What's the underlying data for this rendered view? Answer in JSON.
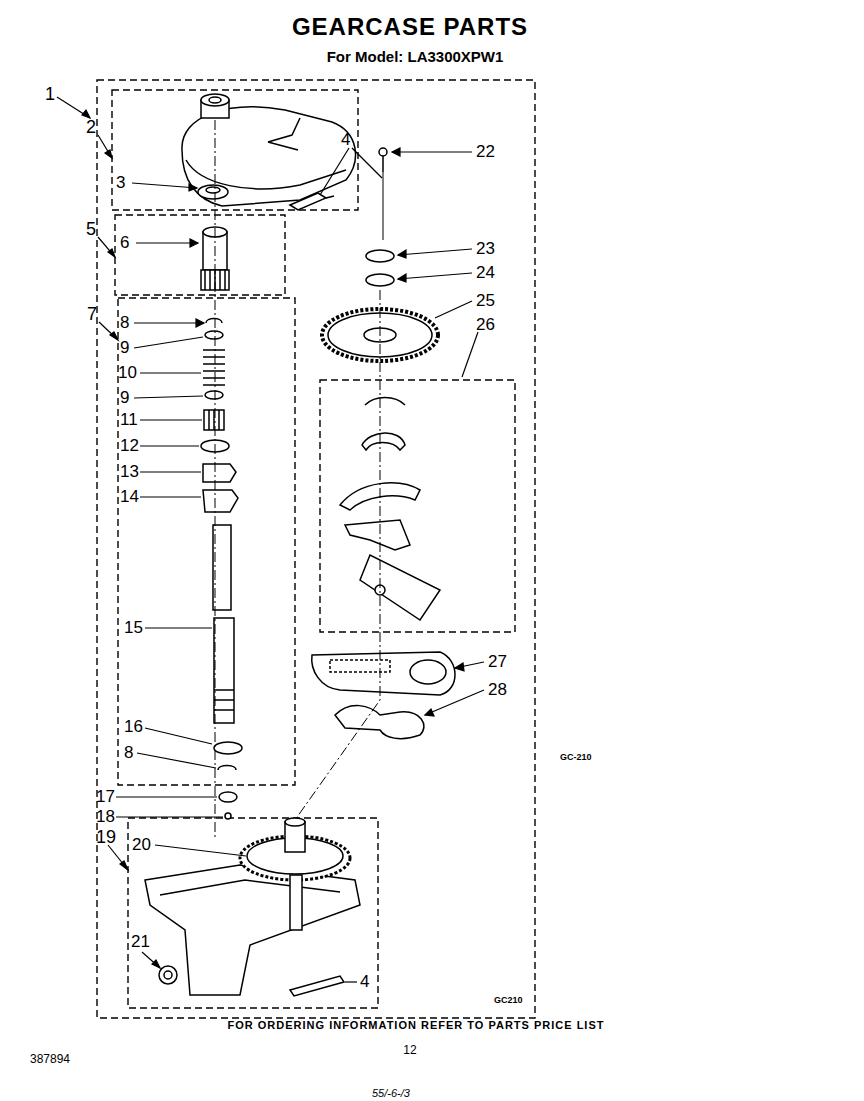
{
  "diagram": {
    "title": "GEARCASE PARTS",
    "caption": "FOR ORDERING INFORMATION REFER TO PARTS PRICE LIST",
    "labels": [
      "For Model: LA3300XPW1",
      "1",
      "2",
      "3",
      "4",
      "22",
      "5",
      "6",
      "23",
      "24",
      "25",
      "26",
      "7",
      "8",
      "9",
      "10",
      "9",
      "11",
      "12",
      "13",
      "14",
      "15",
      "16",
      "8",
      "17",
      "18",
      "19",
      "20",
      "21",
      "4",
      "27",
      "28",
      "GC-210",
      "GC210",
      "387894",
      "12",
      "55/-6-/3"
    ]
  }
}
